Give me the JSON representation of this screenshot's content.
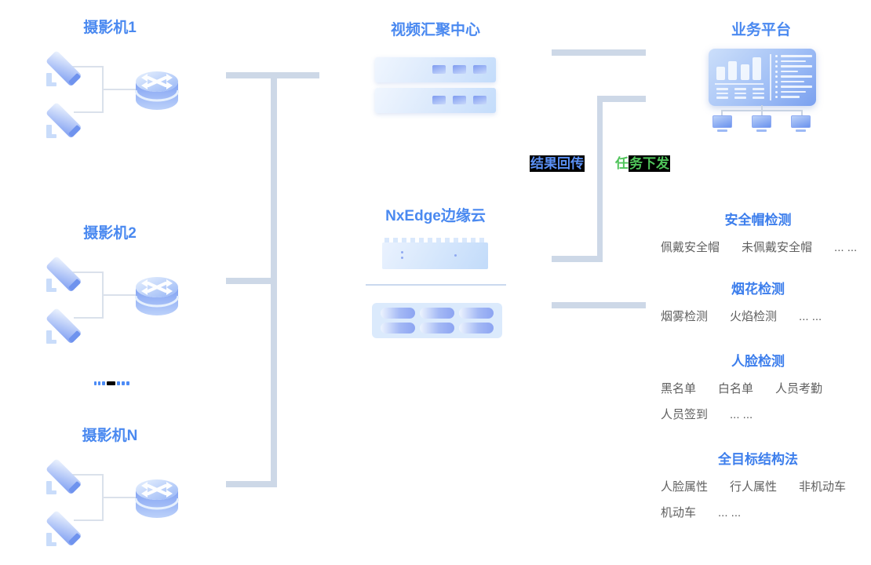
{
  "camera_groups": [
    {
      "title": "摄影机1"
    },
    {
      "title": "摄影机2"
    },
    {
      "title": "摄影机N"
    }
  ],
  "video_hub": {
    "title": "视频汇聚中心"
  },
  "edge_cloud": {
    "title": "NxEdge边缘云"
  },
  "platform": {
    "title": "业务平台"
  },
  "flow_labels": {
    "result_return": "结果回传",
    "task_dispatch_first": "任",
    "task_dispatch_rest": "务下发"
  },
  "detections": [
    {
      "title": "安全帽检测",
      "items": [
        "佩戴安全帽",
        "未佩戴安全帽",
        "... ..."
      ]
    },
    {
      "title": "烟花检测",
      "items": [
        "烟雾检测",
        "火焰检测",
        "... ..."
      ]
    },
    {
      "title": "人脸检测",
      "items": [
        "黑名单",
        "白名单",
        "人员考勤",
        "人员签到",
        "... ..."
      ]
    },
    {
      "title": "全目标结构法",
      "items": [
        "人脸属性",
        "行人属性",
        "非机动车",
        "机动车",
        "... ..."
      ]
    }
  ],
  "icons": {
    "camera": "cctv-camera-icon",
    "router": "router-icon",
    "server": "server-bar-icon",
    "edge_chip": "edge-chip-icon",
    "gpu_tray": "gpu-tray-icon",
    "dashboard": "dashboard-icon",
    "terminal": "monitor-icon",
    "more_cameras": "ellipsis-dots-icon"
  },
  "colors": {
    "title_blue": "#4A89F0",
    "section_title_blue": "#3C7EEC",
    "item_text_gray": "#606060",
    "connector_gray": "#CDD8E7",
    "result_return_blue": "#5B90F5",
    "task_dispatch_green": "#4FC45A",
    "label_highlight": "#000000"
  }
}
